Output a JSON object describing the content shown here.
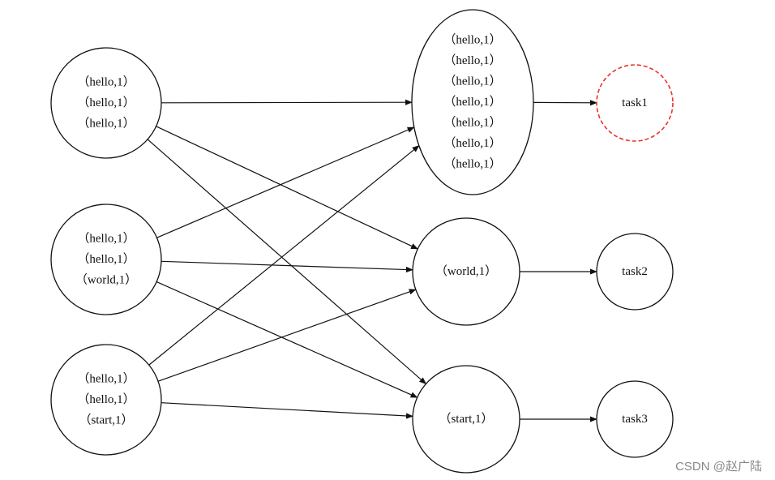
{
  "inputs": [
    {
      "id": "in1",
      "lines": [
        "（hello,1）",
        "（hello,1）",
        "（hello,1）"
      ]
    },
    {
      "id": "in2",
      "lines": [
        "（hello,1）",
        "（hello,1）",
        "（world,1）"
      ]
    },
    {
      "id": "in3",
      "lines": [
        "（hello,1）",
        "（hello,1）",
        "（start,1）"
      ]
    }
  ],
  "groups": [
    {
      "id": "g_hello",
      "lines": [
        "（hello,1）",
        "（hello,1）",
        "（hello,1）",
        "（hello,1）",
        "（hello,1）",
        "（hello,1）",
        "（hello,1）"
      ]
    },
    {
      "id": "g_world",
      "lines": [
        "（world,1）"
      ]
    },
    {
      "id": "g_start",
      "lines": [
        "（start,1）"
      ]
    }
  ],
  "tasks": [
    {
      "id": "task1",
      "label": "task1",
      "highlighted": true,
      "border_color": "#e8322b"
    },
    {
      "id": "task2",
      "label": "task2",
      "highlighted": false,
      "border_color": "#111111"
    },
    {
      "id": "task3",
      "label": "task3",
      "highlighted": false,
      "border_color": "#111111"
    }
  ],
  "edges": [
    {
      "from": "in1",
      "to": "g_hello"
    },
    {
      "from": "in1",
      "to": "g_world"
    },
    {
      "from": "in1",
      "to": "g_start"
    },
    {
      "from": "in2",
      "to": "g_hello"
    },
    {
      "from": "in2",
      "to": "g_world"
    },
    {
      "from": "in2",
      "to": "g_start"
    },
    {
      "from": "in3",
      "to": "g_hello"
    },
    {
      "from": "in3",
      "to": "g_world"
    },
    {
      "from": "in3",
      "to": "g_start"
    },
    {
      "from": "g_hello",
      "to": "task1"
    },
    {
      "from": "g_world",
      "to": "task2"
    },
    {
      "from": "g_start",
      "to": "task3"
    }
  ],
  "watermark": "CSDN @赵广陆"
}
